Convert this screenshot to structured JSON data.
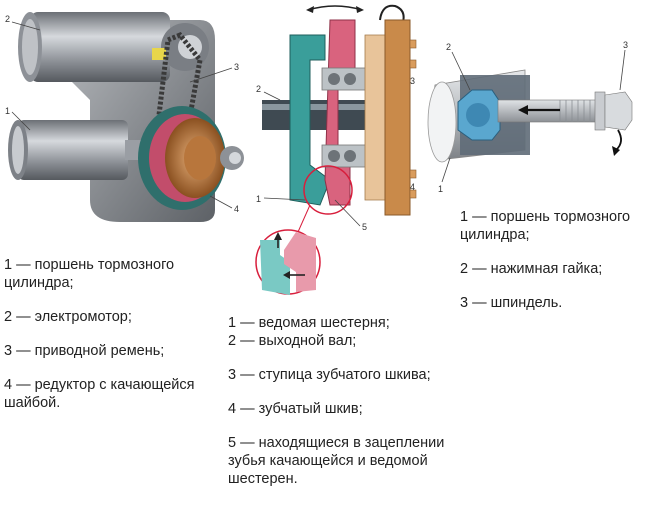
{
  "left_diagram": {
    "callouts": [
      "1",
      "2",
      "3",
      "4"
    ],
    "legend": [
      "1 — поршень тормозного\nцилиндра;",
      "2 — электромотор;",
      "3 — приводной ремень;",
      "4 — редуктор с качающейся\nшайбой."
    ]
  },
  "center_diagram": {
    "callouts": [
      "1",
      "2",
      "3",
      "4",
      "5"
    ],
    "legend": [
      "1 — ведомая шестерня;",
      "2 — выходной вал;",
      "3 — ступица зубчатого шкива;",
      "4 — зубчатый шкив;",
      "5 — находящиеся в зацеплении\nзубья качающейся и ведомой\nшестерен."
    ]
  },
  "right_diagram": {
    "callouts": [
      "1",
      "2",
      "3"
    ],
    "legend": [
      "1 — поршень тормозного\nцилиндра;",
      "2 — нажимная гайка;",
      "3 — шпиндель."
    ]
  },
  "colors": {
    "steel": "#9a9ea4",
    "teal": "#3a9e9a",
    "pink": "#d9637e",
    "copper": "#c98a4a",
    "arrow": "#222222"
  }
}
